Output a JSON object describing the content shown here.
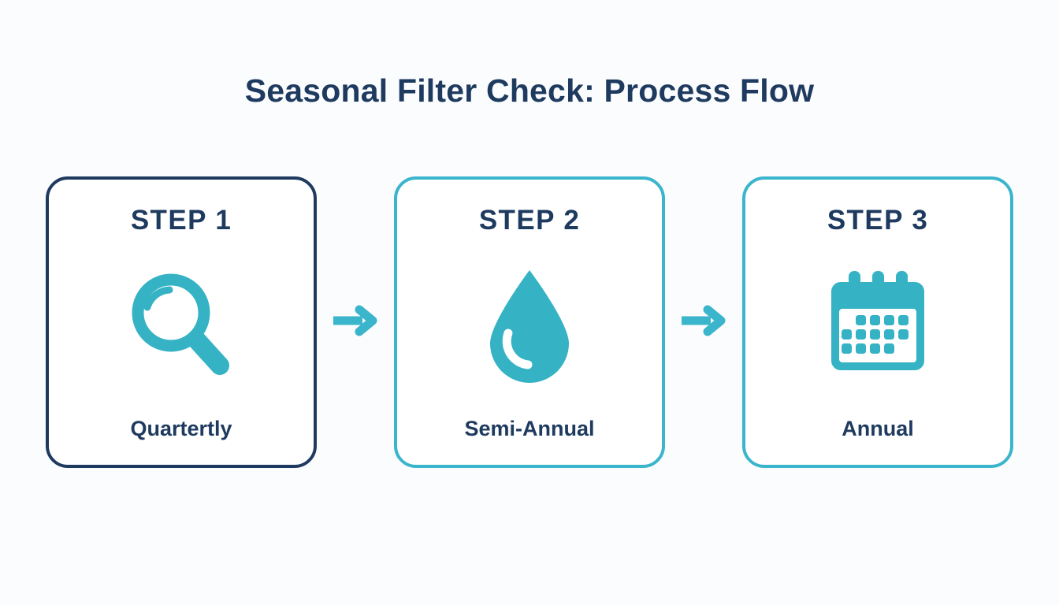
{
  "page": {
    "title": "Seasonal Filter Check: Process Flow",
    "background_color": "#fbfcfd",
    "title_color": "#1e3a5f",
    "accent_teal": "#35b3c4",
    "accent_navy": "#1e3a5f"
  },
  "flow": {
    "arrow_icon": "arrow-right-icon",
    "arrow_color": "#3ab5cc",
    "steps": [
      {
        "heading": "STEP 1",
        "label": "Quartertly",
        "icon": "magnifier-icon",
        "border_color": "#1e3a5f",
        "icon_color": "#35b3c4"
      },
      {
        "heading": "STEP 2",
        "label": "Semi-Annual",
        "icon": "water-droplet-icon",
        "border_color": "#3ab5cc",
        "icon_color": "#35b3c4"
      },
      {
        "heading": "STEP 3",
        "label": "Annual",
        "icon": "calendar-icon",
        "border_color": "#3ab5cc",
        "icon_color": "#35b3c4"
      }
    ]
  }
}
